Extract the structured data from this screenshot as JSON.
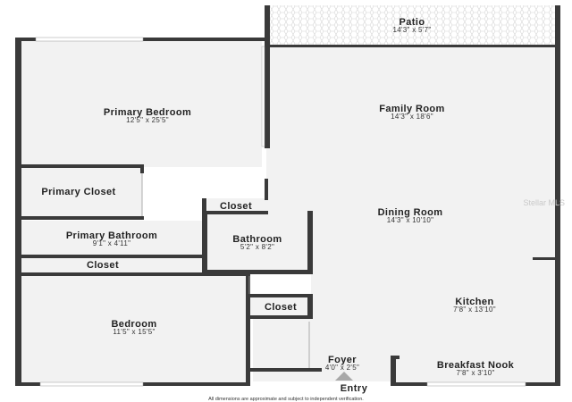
{
  "rooms": {
    "patio": {
      "name": "Patio",
      "dims": "14'3\" x 5'7\""
    },
    "family_room": {
      "name": "Family Room",
      "dims": "14'3\" x 18'6\""
    },
    "primary_bedroom": {
      "name": "Primary Bedroom",
      "dims": "12'5\" x 25'5\""
    },
    "primary_closet": {
      "name": "Primary Closet"
    },
    "closet_upper": {
      "name": "Closet"
    },
    "dining_room": {
      "name": "Dining Room",
      "dims": "14'3\" x 10'10\""
    },
    "primary_bathroom": {
      "name": "Primary Bathroom",
      "dims": "9'1\" x 4'11\""
    },
    "bathroom": {
      "name": "Bathroom",
      "dims": "5'2\" x 8'2\""
    },
    "closet_hall": {
      "name": "Closet"
    },
    "kitchen": {
      "name": "Kitchen",
      "dims": "7'8\" x 13'10\""
    },
    "closet_lower": {
      "name": "Closet"
    },
    "bedroom": {
      "name": "Bedroom",
      "dims": "11'5\" x 15'5\""
    },
    "foyer": {
      "name": "Foyer",
      "dims": "4'0\" x 2'5\""
    },
    "breakfast_nook": {
      "name": "Breakfast Nook",
      "dims": "7'8\" x 3'10\""
    }
  },
  "entry_label": "Entry",
  "disclaimer": "All dimensions are approximate and subject to independent verification.",
  "watermark": "Stellar MLS",
  "colors": {
    "wall": "#3a3a3a",
    "floor": "#f2f2f2",
    "window": "#ffffff",
    "patio_pattern": "#d6d6d6",
    "entry_arrow": "#a8a8a8"
  }
}
